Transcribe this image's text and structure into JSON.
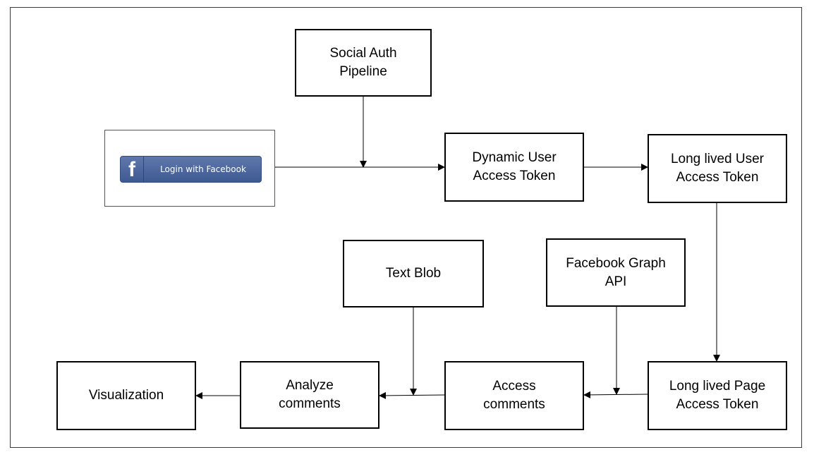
{
  "nodes": {
    "social_auth": "Social Auth\nPipeline",
    "login_button": "Login with Facebook",
    "dynamic_token": "Dynamic User\nAccess Token",
    "long_user_token": "Long lived User\nAccess Token",
    "text_blob": "Text Blob",
    "graph_api": "Facebook Graph\nAPI",
    "visualization": "Visualization",
    "analyze": "Analyze\ncomments",
    "access": "Access\ncomments",
    "long_page_token": "Long lived Page\nAccess Token"
  },
  "icons": {
    "login_button": "facebook-f-icon"
  },
  "colors": {
    "facebook_button": "#4a64a0",
    "line": "#000000"
  }
}
